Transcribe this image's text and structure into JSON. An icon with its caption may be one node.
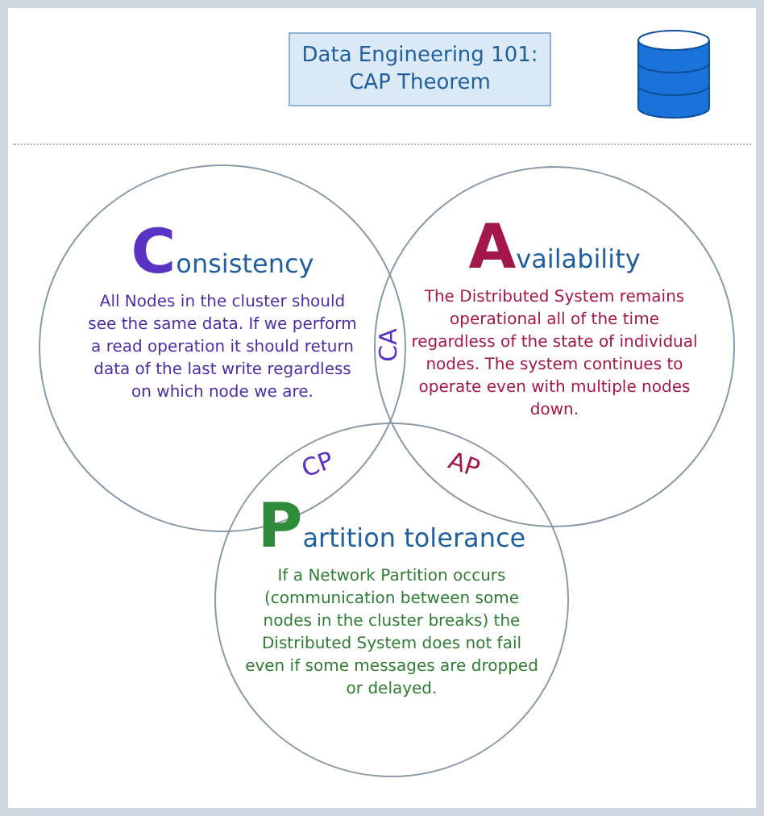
{
  "diagram": {
    "title": "Data Engineering 101: CAP Theorem",
    "nodes": [
      {
        "text": [
          "Consistency",
          "All Nodes in the cluster should see the same data. If we perform a read operation it should return data of the last write regardless on which node we are."
        ]
      },
      {
        "text": [
          "Availability",
          "The Distributed System remains operational all of the time regardless of the state of individual nodes. The system continues to operate even with multiple nodes down."
        ]
      },
      {
        "text": [
          "Partition tolerance",
          "If a Network Partition occurs (communication between some nodes in the cluster breaks) the Distributed System does not fail even if some messages are dropped or delayed."
        ]
      }
    ],
    "labels": [
      "CA",
      "CP",
      "AP"
    ]
  }
}
